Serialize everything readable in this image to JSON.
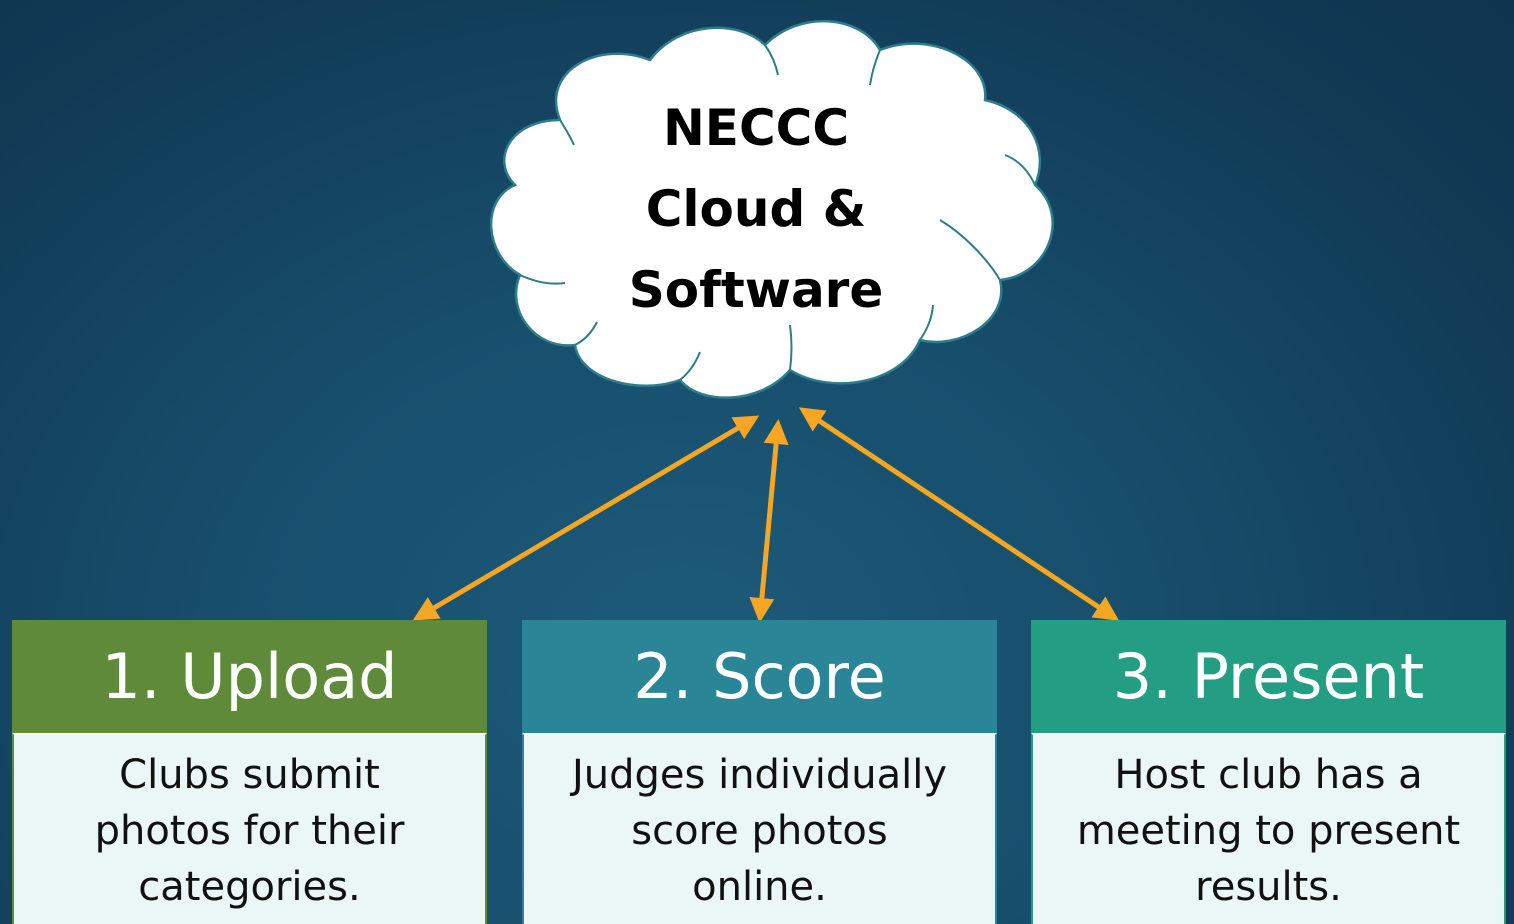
{
  "cloud": {
    "title_lines": [
      "NECCC",
      "Cloud &",
      "Software"
    ],
    "fill": "#ffffff",
    "stroke": "#2e7d8a"
  },
  "arrow_color": "#f5a623",
  "steps": [
    {
      "title": "1. Upload",
      "body_lines": [
        "Clubs submit",
        "photos for their",
        "categories."
      ],
      "color": "#5f8a3a"
    },
    {
      "title": "2. Score",
      "body_lines": [
        "Judges individually",
        "score photos",
        "online."
      ],
      "color": "#2a8697"
    },
    {
      "title": "3. Present",
      "body_lines": [
        "Host club has a",
        "meeting to present",
        "results."
      ],
      "color": "#239e82"
    }
  ]
}
